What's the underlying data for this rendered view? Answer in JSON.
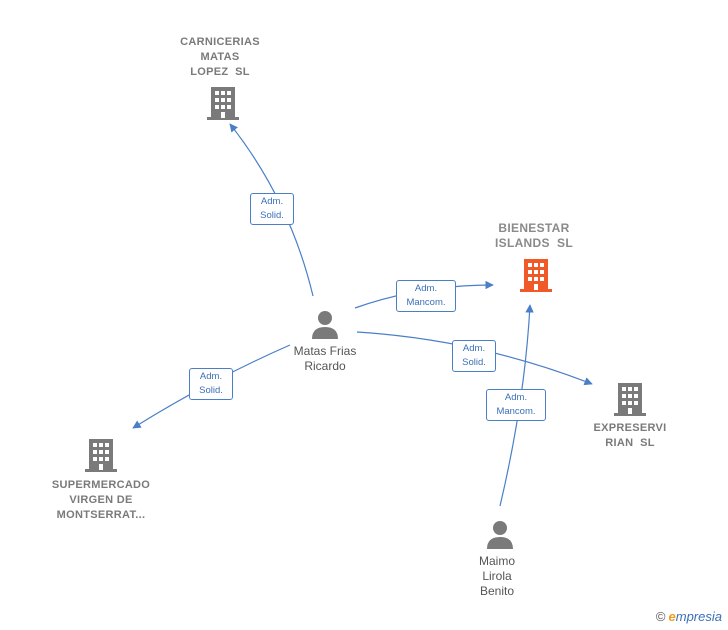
{
  "nodes": {
    "carnicerias": {
      "label": "CARNICERIAS\nMATAS\nLOPEZ  SL",
      "icon": "building-icon",
      "color": "#7a7a7a"
    },
    "bienestar": {
      "label": "BIENESTAR\nISLANDS  SL",
      "icon": "building-icon",
      "color": "#f05a28"
    },
    "expreservirian": {
      "label": "EXPRESERVI\nRIAN  SL",
      "icon": "building-icon",
      "color": "#7a7a7a"
    },
    "supermercado": {
      "label": "SUPERMERCADO\nVIRGEN DE\nMONTSERRAT...",
      "icon": "building-icon",
      "color": "#7a7a7a"
    },
    "matas_frias": {
      "label": "Matas Frias\nRicardo",
      "icon": "person-icon",
      "color": "#7a7a7a"
    },
    "maimo_lirola": {
      "label": "Maimo\nLirola\nBenito",
      "icon": "person-icon",
      "color": "#7a7a7a"
    }
  },
  "edges": [
    {
      "id": "matas-carnicerias",
      "label": "Adm.\nSolid."
    },
    {
      "id": "matas-bienestar",
      "label": "Adm.\nMancom."
    },
    {
      "id": "matas-expreservirian",
      "label": "Adm.\nSolid."
    },
    {
      "id": "matas-supermercado",
      "label": "Adm.\nSolid."
    },
    {
      "id": "maimo-bienestar",
      "label": "Adm.\nMancom."
    }
  ],
  "brand": {
    "copyright": "©",
    "first_letter": "e",
    "rest": "mpresia"
  },
  "colors": {
    "edge": "#4a7fc8",
    "icon_grey": "#7a7a7a",
    "accent": "#f05a28"
  }
}
